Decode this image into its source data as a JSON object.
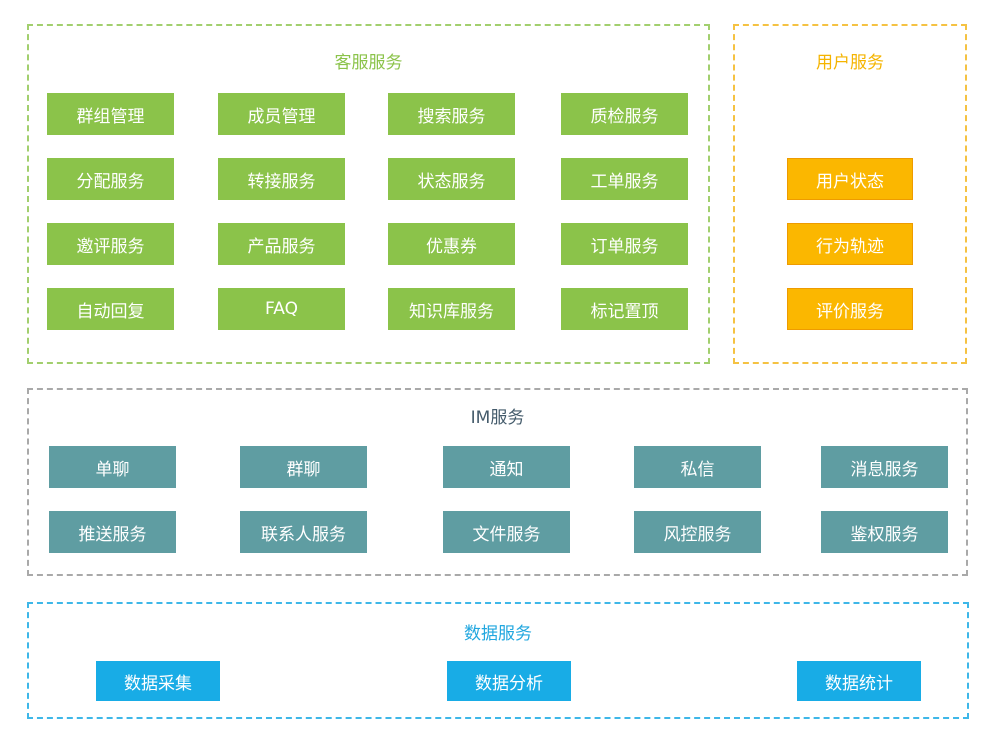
{
  "customer_service": {
    "title": "客服服务",
    "items": [
      "群组管理",
      "成员管理",
      "搜索服务",
      "质检服务",
      "分配服务",
      "转接服务",
      "状态服务",
      "工单服务",
      "邀评服务",
      "产品服务",
      "优惠券",
      "订单服务",
      "自动回复",
      "FAQ",
      "知识库服务",
      "标记置顶"
    ]
  },
  "user_service": {
    "title": "用户服务",
    "items": [
      "用户状态",
      "行为轨迹",
      "评价服务"
    ]
  },
  "im_service": {
    "title": "IM服务",
    "items": [
      "单聊",
      "群聊",
      "通知",
      "私信",
      "消息服务",
      "推送服务",
      "联系人服务",
      "文件服务",
      "风控服务",
      "鉴权服务"
    ]
  },
  "data_service": {
    "title": "数据服务",
    "items": [
      "数据采集",
      "数据分析",
      "数据统计"
    ]
  },
  "colors": {
    "customer_service": "#8bc34a",
    "user_service": "#fbb700",
    "im_service": "#5f9da2",
    "data_service": "#18ace6"
  }
}
